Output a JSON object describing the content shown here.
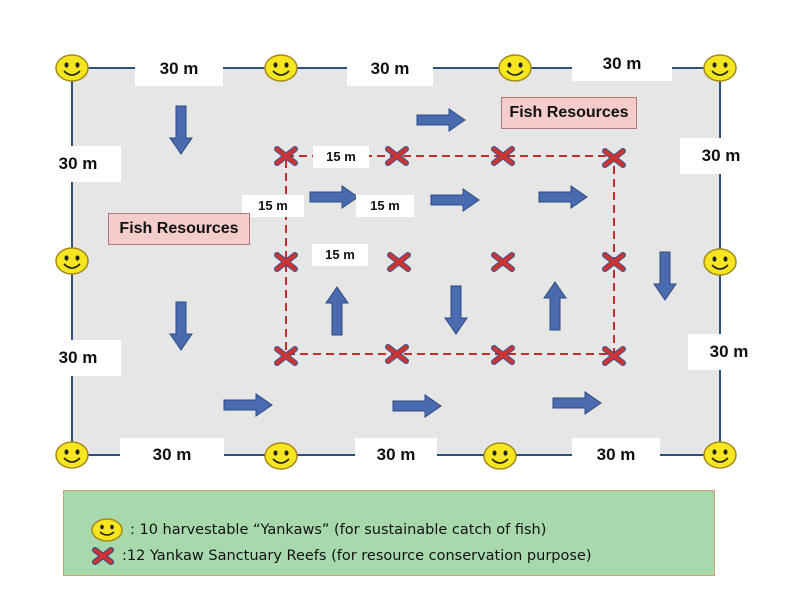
{
  "dimension_labels": {
    "top_left": "30 m",
    "top_mid": "30 m",
    "top_right": "30 m",
    "left_upper": "30 m",
    "left_lower": "30 m",
    "right_upper": "30 m",
    "right_lower": "30 m",
    "bottom_left": "30 m",
    "bottom_mid": "30 m",
    "bottom_right": "30 m"
  },
  "inner_labels": {
    "top_span": "15 m",
    "left_span": "15 m",
    "mid_span": "15 m",
    "vertical_span": "15 m"
  },
  "resource_labels": {
    "upper_right": "Fish Resources",
    "left": "Fish Resources"
  },
  "legend": {
    "yankaw_text": ": 10 harvestable “Yankaws” (for sustainable catch of fish)",
    "reef_text": ":12 Yankaw Sanctuary Reefs (for resource conservation purpose)"
  },
  "colors": {
    "area_fill": "#e6e6e6",
    "border_line": "#2f4f7f",
    "arrow": "#4a6bb0",
    "dashed_line": "#c0302e",
    "reef_cross": "#cc3333",
    "smiley_face": "#f5e620",
    "legend_bg": "#a8d9ad",
    "resource_bg": "#f4cccc"
  },
  "icons": {
    "yankaw": "smiley-face-icon",
    "reef": "red-x-icon",
    "flow": "arrow-icon"
  }
}
